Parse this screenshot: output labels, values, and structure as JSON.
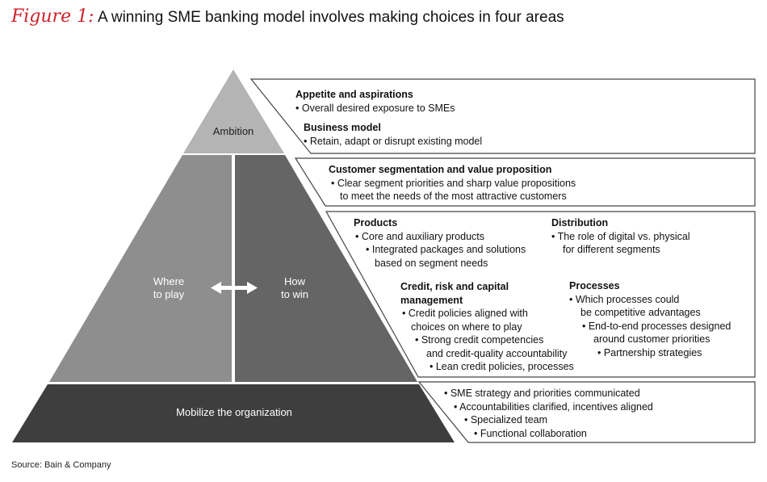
{
  "title": {
    "figure_label": "Figure 1:",
    "text": "A winning SME banking model involves making choices in four areas"
  },
  "pyramid": {
    "ambition": "Ambition",
    "where_line1": "Where",
    "where_line2": "to play",
    "how_line1": "How",
    "how_line2": "to win",
    "mobilize": "Mobilize the organization"
  },
  "boxes": {
    "ambition": {
      "heading1": "Appetite and aspirations",
      "item1": "• Overall desired exposure to SMEs",
      "heading2": "Business model",
      "item2": "• Retain, adapt or disrupt existing model"
    },
    "segmentation": {
      "heading": "Customer segmentation and value proposition",
      "line1": "• Clear segment priorities and sharp value propositions",
      "line2": "to meet the needs of the most attractive customers"
    },
    "how_to_win": {
      "products_heading": "Products",
      "products_item1": "• Core and auxiliary products",
      "products_item2_l1": "• Integrated packages and solutions",
      "products_item2_l2": "based on segment needs",
      "distribution_heading": "Distribution",
      "distribution_l1": "• The role of digital vs. physical",
      "distribution_l2": "for different segments",
      "credit_heading_l1": "Credit, risk and capital",
      "credit_heading_l2": "management",
      "credit_item1_l1": "• Credit policies aligned with",
      "credit_item1_l2": "choices on where to play",
      "credit_item2_l1": "• Strong credit competencies",
      "credit_item2_l2": "and credit-quality accountability",
      "credit_item3": "• Lean credit policies, processes",
      "processes_heading": "Processes",
      "processes_item1_l1": "• Which processes could",
      "processes_item1_l2": "be competitive advantages",
      "processes_item2_l1": "• End-to-end processes designed",
      "processes_item2_l2": "around customer priorities",
      "processes_item3": "• Partnership strategies"
    },
    "mobilize": {
      "item1": "• SME strategy and priorities communicated",
      "item2": "• Accountabilities clarified, incentives aligned",
      "item3": "• Specialized team",
      "item4": "• Functional collaboration"
    }
  },
  "source": "Source: Bain & Company",
  "colors": {
    "figure_label": "#cc2229",
    "ambition_fill": "#b4b4b4",
    "where_fill": "#8e8e8e",
    "how_fill": "#656565",
    "mobilize_fill": "#3e3e3e",
    "box_border": "#444444"
  }
}
